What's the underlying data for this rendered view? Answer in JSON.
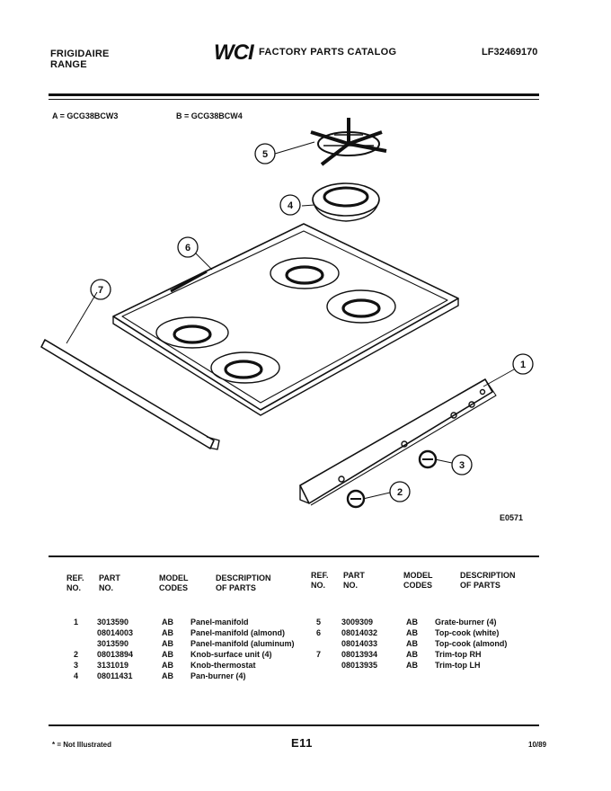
{
  "header": {
    "brand_line1": "FRIGIDAIRE",
    "brand_line2": "RANGE",
    "logo_text": "WCI",
    "catalog_title": "FACTORY PARTS CATALOG",
    "doc_number": "LF32469170"
  },
  "models": {
    "a": "A = GCG38BCW3",
    "b": "B = GCG38BCW4"
  },
  "diagram": {
    "figure_code": "E0571",
    "callouts": [
      "1",
      "2",
      "3",
      "4",
      "5",
      "6",
      "7"
    ]
  },
  "table": {
    "headers": {
      "ref": [
        "REF.",
        "NO."
      ],
      "part": [
        "PART",
        "NO."
      ],
      "model": [
        "MODEL",
        "CODES"
      ],
      "desc": [
        "DESCRIPTION",
        "OF PARTS"
      ]
    },
    "left_rows": [
      {
        "ref": "1",
        "part": "3013590",
        "codes": "AB",
        "desc": "Panel-manifold"
      },
      {
        "ref": "",
        "part": "08014003",
        "codes": "AB",
        "desc": "Panel-manifold (almond)"
      },
      {
        "ref": "",
        "part": "3013590",
        "codes": "AB",
        "desc": "Panel-manifold (aluminum)"
      },
      {
        "ref": "2",
        "part": "08013894",
        "codes": "AB",
        "desc": "Knob-surface unit (4)"
      },
      {
        "ref": "3",
        "part": "3131019",
        "codes": "AB",
        "desc": "Knob-thermostat"
      },
      {
        "ref": "4",
        "part": "08011431",
        "codes": "AB",
        "desc": "Pan-burner (4)"
      }
    ],
    "right_rows": [
      {
        "ref": "5",
        "part": "3009309",
        "codes": "AB",
        "desc": "Grate-burner (4)"
      },
      {
        "ref": "6",
        "part": "08014032",
        "codes": "AB",
        "desc": "Top-cook (white)"
      },
      {
        "ref": "",
        "part": "08014033",
        "codes": "AB",
        "desc": "Top-cook (almond)"
      },
      {
        "ref": "7",
        "part": "08013934",
        "codes": "AB",
        "desc": "Trim-top RH"
      },
      {
        "ref": "",
        "part": "08013935",
        "codes": "AB",
        "desc": "Trim-top LH"
      }
    ]
  },
  "footer": {
    "note": "* = Not Illustrated",
    "page": "E11",
    "date": "10/89"
  }
}
